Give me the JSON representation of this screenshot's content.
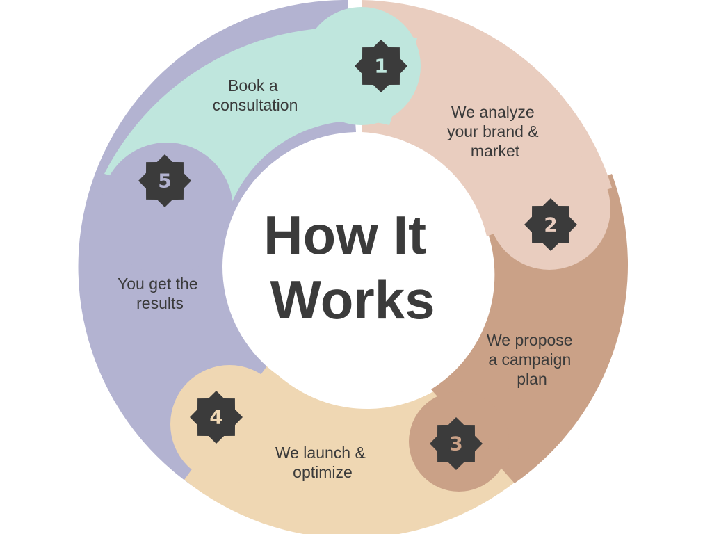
{
  "title_lines": [
    "How It",
    "Works"
  ],
  "colors": {
    "step1": "#bfe6dd",
    "step2": "#e9cdbf",
    "step3": "#caa187",
    "step4": "#efd7b3",
    "step5": "#b3b3d1",
    "badge": "#3b3b3b",
    "center": "#ffffff"
  },
  "steps": [
    {
      "number": "1",
      "text_lines": [
        "Book a",
        "consultation"
      ],
      "number_color": "#bfe6dd"
    },
    {
      "number": "2",
      "text_lines": [
        "We analyze",
        "your brand &",
        "market"
      ],
      "number_color": "#e9cdbf"
    },
    {
      "number": "3",
      "text_lines": [
        "We propose",
        "a campaign",
        "plan"
      ],
      "number_color": "#caa187"
    },
    {
      "number": "4",
      "text_lines": [
        "We launch &",
        "optimize"
      ],
      "number_color": "#efd7b3"
    },
    {
      "number": "5",
      "text_lines": [
        "You get the",
        "results"
      ],
      "number_color": "#b3b3d1"
    }
  ]
}
